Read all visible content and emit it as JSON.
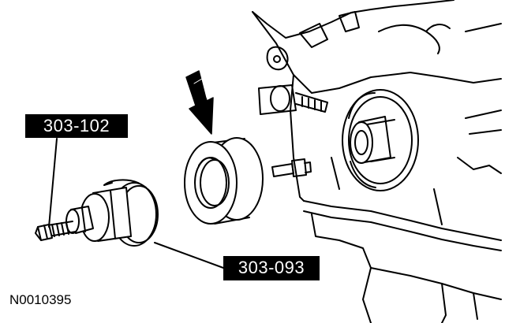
{
  "callouts": {
    "tool_1": "303-102",
    "tool_2": "303-093"
  },
  "figure_id": "N0010395",
  "colors": {
    "line": "#000000",
    "fill": "#ffffff"
  },
  "icons": {
    "direction_arrow": "down-right-arrow-icon"
  }
}
